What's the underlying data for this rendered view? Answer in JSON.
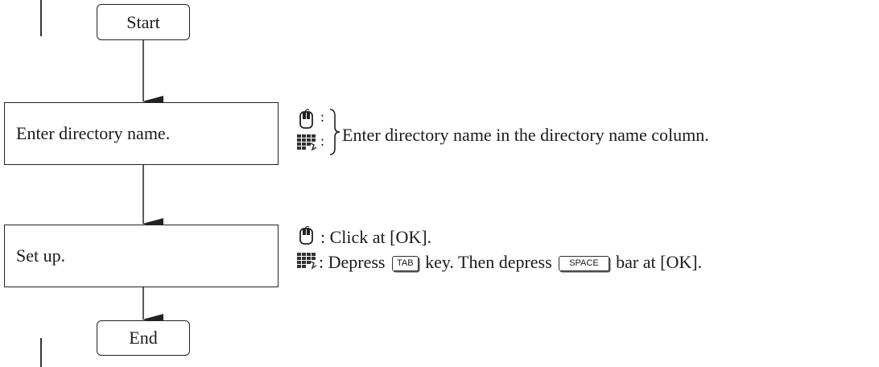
{
  "flow": {
    "start": "Start",
    "step1": "Enter directory name.",
    "step2": "Set up.",
    "end": "End"
  },
  "notes": {
    "colon": ":",
    "step1_desc": "Enter directory name in the directory name column.",
    "mouse_action": ": Click at [OK].",
    "keyboard_prefix": ": Depress",
    "tab_key": "TAB",
    "keyboard_middle": "key.  Then depress",
    "space_key": "SPACE",
    "keyboard_suffix": "bar at [OK]."
  },
  "icons": {
    "mouse": "mouse-icon",
    "keyboard": "keyboard-icon"
  }
}
